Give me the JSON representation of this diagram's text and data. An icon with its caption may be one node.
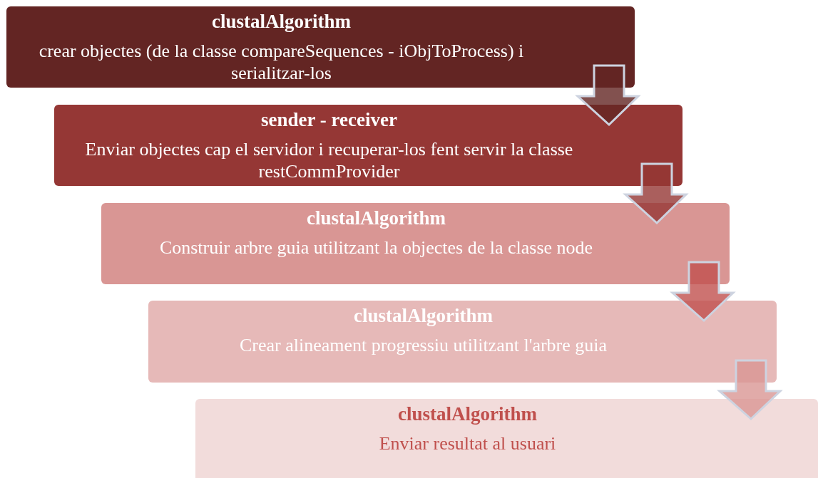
{
  "diagram": {
    "nodes": [
      {
        "text": [
          "clustalAlgorithm",
          "crear objectes (de la classe compareSequences - iObjToProcess) i serialitzar-los"
        ]
      },
      {
        "text": [
          "sender - receiver",
          "Enviar objectes cap el servidor i recuperar-los fent servir la classe restCommProvider"
        ]
      },
      {
        "text": [
          "clustalAlgorithm",
          "Construir arbre guia utilitzant la objectes de la classe node"
        ]
      },
      {
        "text": [
          "clustalAlgorithm",
          "Crear alineament progressiu utilitzant l'arbre guia"
        ]
      },
      {
        "text": [
          "clustalAlgorithm",
          "Enviar resultat al usuari"
        ]
      }
    ],
    "edges": [
      {
        "from": 0,
        "to": 1,
        "arrow": "to"
      },
      {
        "from": 1,
        "to": 2,
        "arrow": "to"
      },
      {
        "from": 2,
        "to": 3,
        "arrow": "to"
      },
      {
        "from": 3,
        "to": 4,
        "arrow": "to"
      }
    ]
  }
}
